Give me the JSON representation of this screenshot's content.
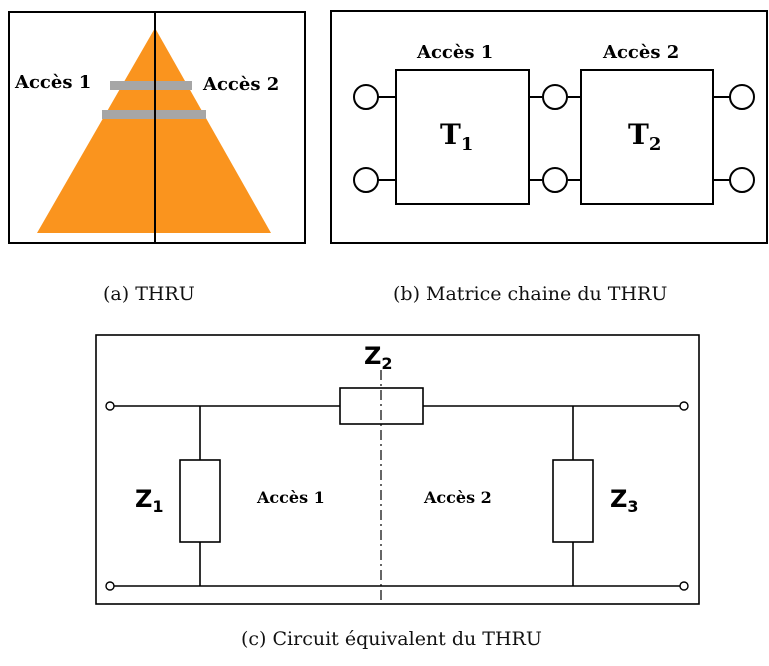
{
  "figure_a": {
    "label_left": "Accès 1",
    "label_right": "Accès 2",
    "caption": "(a)  THRU",
    "colors": {
      "triangle": "#fa941e",
      "bands": "#a6a6a6"
    }
  },
  "figure_b": {
    "port1_label": "Accès 1",
    "port2_label": "Accès 2",
    "block1": {
      "main": "T",
      "sub": "1"
    },
    "block2": {
      "main": "T",
      "sub": "2"
    },
    "caption": "(b)  Matrice chaine du THRU"
  },
  "figure_c": {
    "z1": {
      "main": "Z",
      "sub": "1"
    },
    "z2": {
      "main": "Z",
      "sub": "2"
    },
    "z3": {
      "main": "Z",
      "sub": "3"
    },
    "label_left": "Accès 1",
    "label_right": "Accès 2",
    "caption": "(c)  Circuit équivalent du THRU"
  }
}
